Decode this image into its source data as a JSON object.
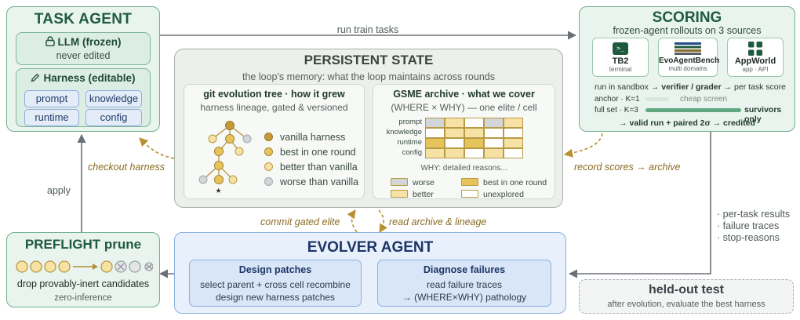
{
  "task_agent": {
    "title": "TASK AGENT",
    "llm_label": "LLM (frozen)",
    "llm_sub": "never edited",
    "harness_label": "Harness (editable)",
    "chips": [
      "prompt",
      "knowledge",
      "runtime",
      "config"
    ]
  },
  "scoring": {
    "title": "SCORING",
    "subtitle": "frozen-agent rollouts on 3 sources",
    "sources": [
      {
        "name": "TB2",
        "sub": "terminal",
        "icon_glyph": ">_"
      },
      {
        "name": "EvoAgentBench",
        "sub": "multi domains"
      },
      {
        "name": "AppWorld",
        "sub": "app · API"
      }
    ],
    "pipeline": {
      "prefix": "run in sandbox →",
      "bold": "verifier / grader",
      "suffix": "→ per task score"
    },
    "anchor_label": "anchor · K=1",
    "cheap_label": "cheap screen",
    "fullset_label": "full set · K=3",
    "survivors_label": "survivors only",
    "credited": "→ valid run + paired 2σ → credited"
  },
  "persistent": {
    "title": "PERSISTENT STATE",
    "subtitle": "the loop's memory: what the loop maintains across rounds",
    "git_title": "git evolution tree · how it grew",
    "git_sub": "harness lineage, gated & versioned",
    "legend": [
      {
        "label": "vanilla harness",
        "color": "#c49a3a"
      },
      {
        "label": "best in one round",
        "color": "#e6c45a"
      },
      {
        "label": "better than vanilla",
        "color": "#f6e2a4"
      },
      {
        "label": "worse than vanilla",
        "color": "#d3d6d8"
      }
    ],
    "star": "★",
    "gsme_title": "GSME archive · what we cover",
    "gsme_sub": "(WHERE × WHY) — one elite / cell",
    "rows": [
      "prompt",
      "knowledge",
      "runtime",
      "config"
    ],
    "why_label": "WHY: detailed reasons...",
    "grid_legend": [
      {
        "label": "worse",
        "color": "#d3d6d8"
      },
      {
        "label": "best in one round",
        "color": "#e6c45a"
      },
      {
        "label": "better",
        "color": "#f6e2a4"
      },
      {
        "label": "unexplored",
        "color": "#ffffff"
      }
    ],
    "grid_colors": {
      "worse": "#d3d6d8",
      "best": "#e6c45a",
      "better": "#f6e2a4",
      "unexplored": "#ffffff"
    },
    "grid": [
      [
        "worse",
        "better",
        "unexplored",
        "worse",
        "better"
      ],
      [
        "unexplored",
        "better",
        "better",
        "unexplored",
        "unexplored"
      ],
      [
        "best",
        "unexplored",
        "best",
        "unexplored",
        "better"
      ],
      [
        "better",
        "better",
        "unexplored",
        "better",
        "unexplored"
      ]
    ]
  },
  "preflight": {
    "title": "PREFLIGHT prune",
    "desc": "drop provably-inert candidates",
    "sub": "zero-inference"
  },
  "evolver": {
    "title": "EVOLVER AGENT",
    "design_title": "Design patches",
    "design_l1": "select parent + cross cell recombine",
    "design_l2": "design new harness patches",
    "diagnose_title": "Diagnose failures",
    "diagnose_l1": "read failure traces",
    "diagnose_l2": "→ (WHERE×WHY) pathology"
  },
  "heldout": {
    "title": "held-out test",
    "sub": "after evolution, evaluate the best harness"
  },
  "edges": {
    "run_train": "run train tasks",
    "checkout": "checkout harness",
    "apply": "apply",
    "record": "record scores → archive",
    "commit": "commit gated elite",
    "read": "read archive & lineage",
    "results": [
      "· per-task results",
      "· failure traces",
      "· stop-reasons"
    ]
  }
}
